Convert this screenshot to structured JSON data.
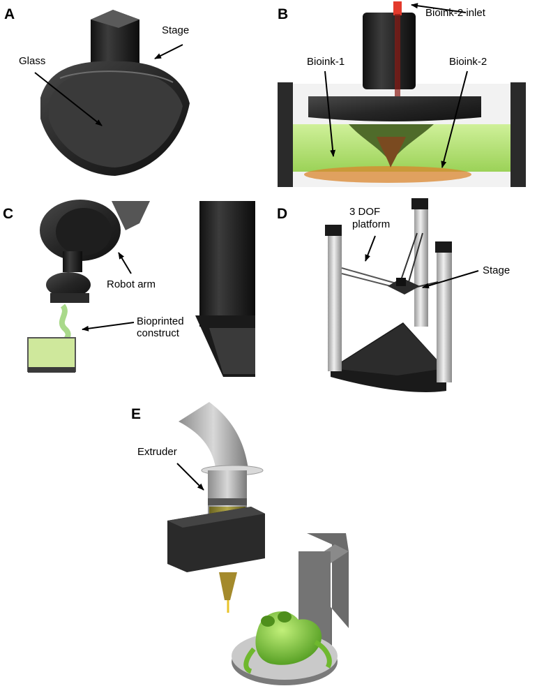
{
  "panels": {
    "A": {
      "letter": "A",
      "labels": {
        "stage": "Stage",
        "glass": "Glass"
      }
    },
    "B": {
      "letter": "B",
      "labels": {
        "inlet": "Bioink-2 inlet",
        "bioink1": "Bioink-1",
        "bioink2": "Bioink-2"
      }
    },
    "C": {
      "letter": "C",
      "labels": {
        "robot_arm": "Robot arm",
        "construct_line1": "Bioprinted",
        "construct_line2": "construct"
      }
    },
    "D": {
      "letter": "D",
      "labels": {
        "platform_line1": "3 DOF",
        "platform_line2": "platform",
        "stage": "Stage"
      }
    },
    "E": {
      "letter": "E",
      "labels": {
        "extruder": "Extruder"
      }
    }
  },
  "colors": {
    "dark_metal": "#2a2a2a",
    "bioink_green": "#9bdc55",
    "inlet_red": "#d9201c",
    "frog_green": "#7ec83c",
    "pipe_grey": "#a9a9a9",
    "rail_silver": "#c8c8c8"
  }
}
